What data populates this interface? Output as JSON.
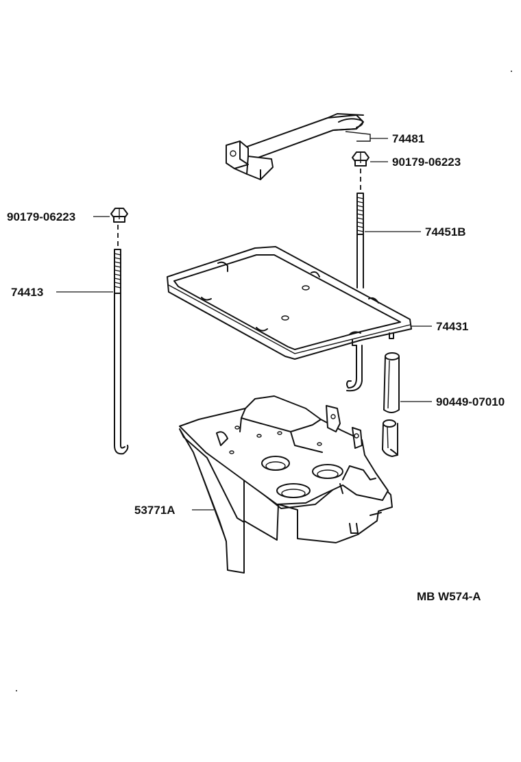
{
  "diagram": {
    "reference_code": "MB W574-A",
    "parts": [
      {
        "id": "74481",
        "label": "74481"
      },
      {
        "id": "90179-06223-right",
        "label": "90179-06223"
      },
      {
        "id": "74451B",
        "label": "74451B"
      },
      {
        "id": "90179-06223-left",
        "label": "90179-06223"
      },
      {
        "id": "74413",
        "label": "74413"
      },
      {
        "id": "74431",
        "label": "74431"
      },
      {
        "id": "90449-07010",
        "label": "90449-07010"
      },
      {
        "id": "53771A",
        "label": "53771A"
      }
    ],
    "components": {
      "battery_clamp": "bracket",
      "nut": "hex-nut-icon",
      "hold_rod": "threaded-rod-with-hook",
      "battery_tray": "rectangular-frame",
      "hose": "drain-tube",
      "carrier": "battery-carrier-base"
    }
  }
}
